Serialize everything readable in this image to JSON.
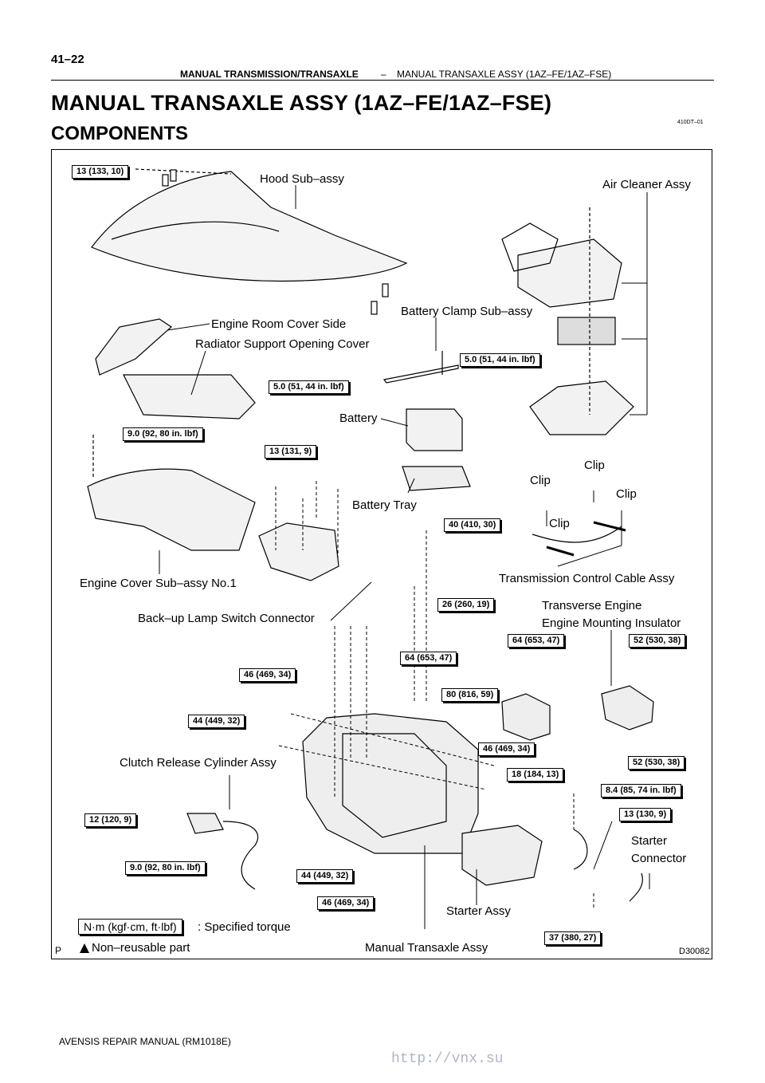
{
  "page": {
    "page_number": "41–22",
    "section": "MANUAL TRANSMISSION/TRANSAXLE",
    "separator": "–",
    "subsection": "MANUAL TRANSAXLE ASSY (1AZ–FE/1AZ–FSE)",
    "title": "MANUAL TRANSAXLE ASSY (1AZ–FE/1AZ–FSE)",
    "subtitle": "COMPONENTS",
    "doc_code": "410DT–01",
    "footer": "AVENSIS REPAIR MANUAL   (RM1018E)",
    "watermark": "http://vnx.su"
  },
  "figure": {
    "id": "D30082",
    "corner_mark": "P",
    "part_labels": {
      "hood": "Hood Sub–assy",
      "air_cleaner": "Air Cleaner Assy",
      "battery_clamp": "Battery Clamp Sub–assy",
      "engine_room_cover": "Engine Room Cover Side",
      "radiator_cover": "Radiator Support Opening Cover",
      "battery": "Battery",
      "clip1": "Clip",
      "clip2": "Clip",
      "clip3": "Clip",
      "clip4": "Clip",
      "battery_tray": "Battery Tray",
      "engine_cover": "Engine Cover Sub–assy No.1",
      "trans_cable": "Transmission Control Cable Assy",
      "backup_switch": "Back–up Lamp Switch Connector",
      "transverse_1": "Transverse Engine",
      "transverse_2": "Engine Mounting Insulator",
      "clutch_cyl": "Clutch Release Cylinder Assy",
      "starter_conn_1": "Starter",
      "starter_conn_2": "Connector",
      "starter": "Starter Assy",
      "manual_transaxle": "Manual Transaxle Assy"
    },
    "torques": {
      "t1": "13 (133, 10)",
      "t2": "5.0 (51, 44 in. lbf)",
      "t3": "5.0 (51, 44 in. lbf)",
      "t4": "9.0 (92, 80 in. lbf)",
      "t5": "13 (131, 9)",
      "t6": "40 (410, 30)",
      "t7": "26 (260, 19)",
      "t8": "64 (653, 47)",
      "t9": "52 (530, 38)",
      "t10": "64 (653, 47)",
      "t11": "46 (469, 34)",
      "t12": "80 (816, 59)",
      "t13": "44 (449, 32)",
      "t14": "46 (469, 34)",
      "t15": "52 (530, 38)",
      "t16": "18 (184, 13)",
      "t17": "8.4 (85, 74 in. lbf)",
      "t18": "12 (120, 9)",
      "t19": "13 (130, 9)",
      "t20": "9.0 (92, 80 in. lbf)",
      "t21": "44 (449, 32)",
      "t22": "46 (469, 34)",
      "t23": "37 (380, 27)"
    },
    "legend": {
      "unit_box": "N·m (kgf·cm, ft·lbf)",
      "unit_text": ": Specified torque",
      "nonreusable": "Non–reusable part"
    }
  }
}
